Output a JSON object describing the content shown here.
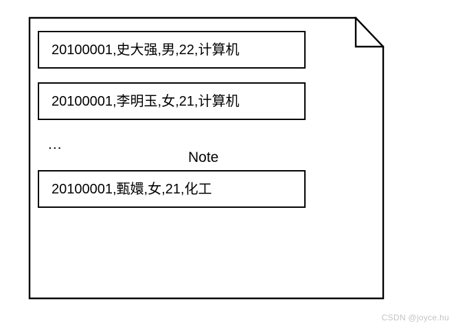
{
  "diagram": {
    "type": "uml-note",
    "caption": "Note",
    "ellipsis": "...",
    "records": [
      {
        "text": "20100001,史大强,男,22,计算机"
      },
      {
        "text": "20100001,李明玉,女,21,计算机"
      },
      {
        "text": "20100001,甄嬛,女,21,化工"
      }
    ],
    "colors": {
      "stroke": "#000000",
      "fill": "#ffffff",
      "text": "#000000",
      "watermark": "#c3c3c3",
      "background": "#ffffff"
    }
  },
  "watermark": {
    "text": "CSDN @joyce.hu"
  }
}
